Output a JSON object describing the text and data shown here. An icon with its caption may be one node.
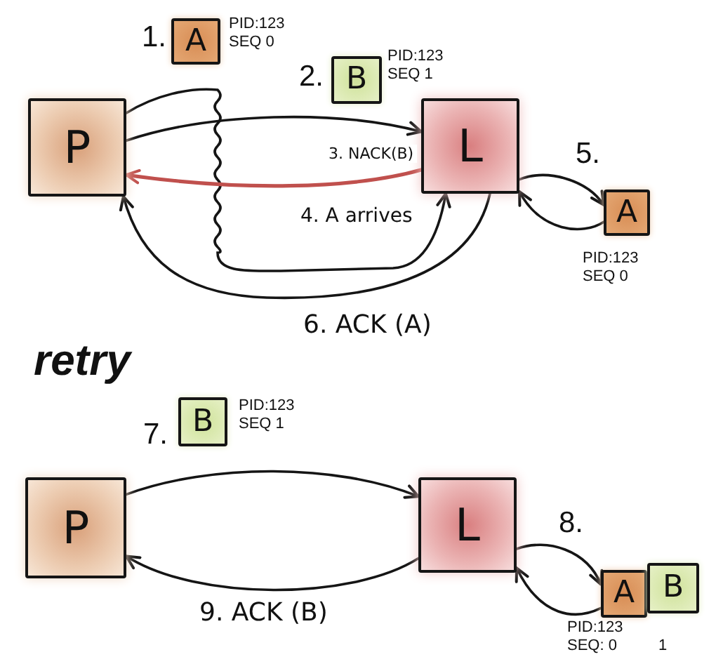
{
  "diagram": {
    "nodes": [
      {
        "text": [
          "A"
        ],
        "beside": [
          "1.",
          "PID:123 SEQ 0"
        ]
      },
      {
        "text": [
          "B"
        ],
        "beside": [
          "2.",
          "PID:123 SEQ 1"
        ]
      },
      {
        "text": [
          "P"
        ]
      },
      {
        "text": [
          "L"
        ]
      },
      {
        "text": [
          "A"
        ],
        "beside": [
          "5.",
          "PID:123 SEQ 0"
        ]
      },
      {
        "text": [
          "B"
        ],
        "beside": [
          "7.",
          "PID:123 SEQ 1"
        ]
      },
      {
        "text": [
          "P"
        ]
      },
      {
        "text": [
          "L"
        ]
      },
      {
        "text": [
          "A"
        ],
        "beside": [
          "8.",
          "PID:123 SEQ: 0"
        ]
      },
      {
        "text": [
          "B"
        ],
        "beside": [
          "1"
        ]
      }
    ],
    "edges": [
      {
        "from": 2,
        "to": 3,
        "arrow": "to",
        "label": "4. A arrives"
      },
      {
        "from": 2,
        "to": 3,
        "arrow": "to"
      },
      {
        "from": 3,
        "to": 2,
        "arrow": "to",
        "label": "3. NACK(B)",
        "color": "#c0504d"
      },
      {
        "from": 3,
        "to": 2,
        "arrow": "to",
        "label": "6. ACK (A)"
      },
      {
        "from": 3,
        "to": 4,
        "arrow": "to"
      },
      {
        "from": 4,
        "to": 3,
        "arrow": "to"
      },
      {
        "from": 6,
        "to": 7,
        "arrow": "to"
      },
      {
        "from": 7,
        "to": 6,
        "arrow": "to",
        "label": "9. ACK (B)"
      },
      {
        "from": 7,
        "to": 8,
        "arrow": "to"
      },
      {
        "from": 8,
        "to": 7,
        "arrow": "to"
      }
    ],
    "labels": [
      "retry"
    ]
  }
}
